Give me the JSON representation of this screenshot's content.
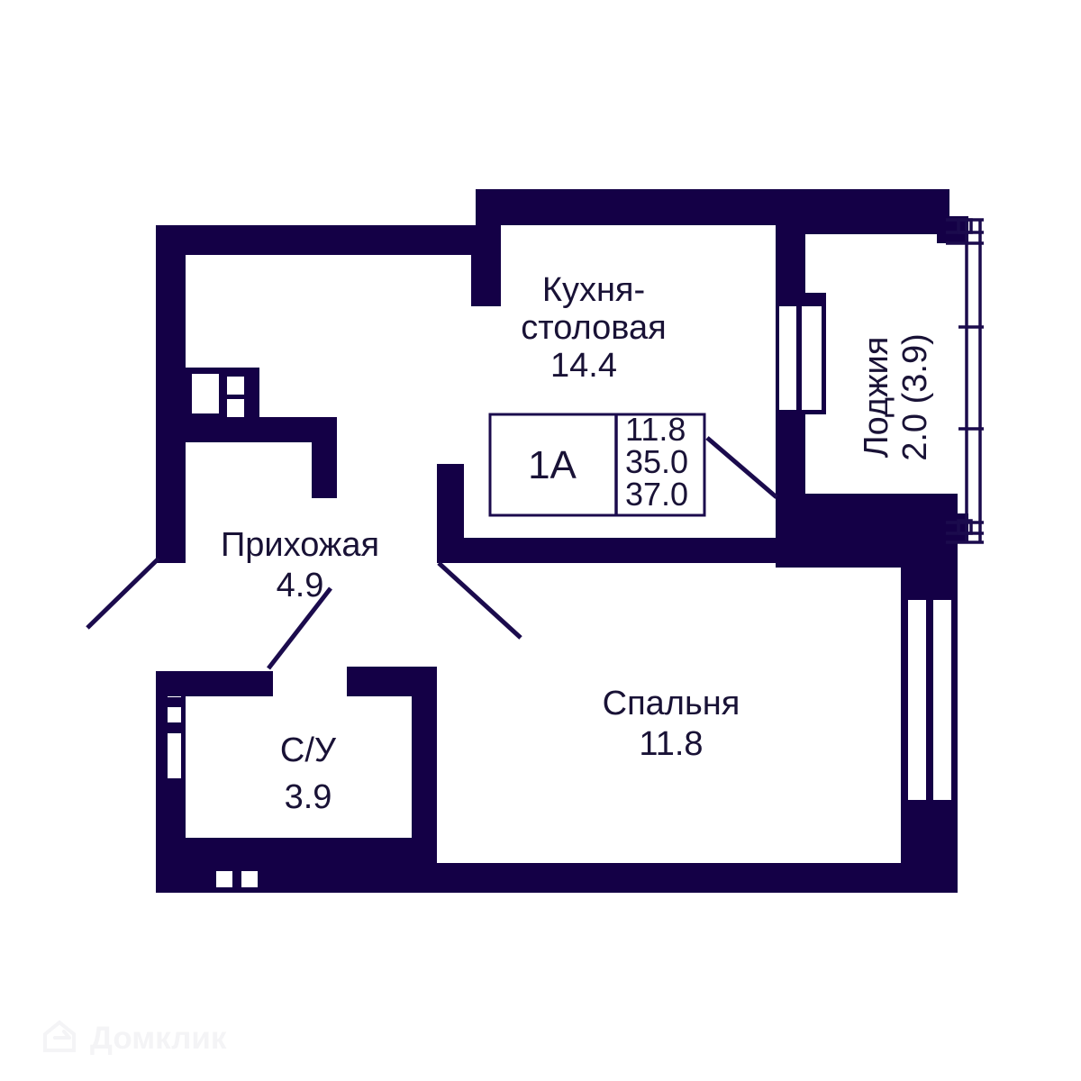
{
  "plan": {
    "unit_tag": {
      "type_label": "1А",
      "lines": [
        "11.8",
        "35.0",
        "37.0"
      ]
    },
    "rooms": [
      {
        "id": "kitchen",
        "name_line1": "Кухня-",
        "name_line2": "столовая",
        "area": "14.4"
      },
      {
        "id": "hall",
        "name_line1": "Прихожая",
        "name_line2": "",
        "area": "4.9"
      },
      {
        "id": "bathroom",
        "name_line1": "С/У",
        "name_line2": "",
        "area": "3.9"
      },
      {
        "id": "bedroom",
        "name_line1": "Спальня",
        "name_line2": "",
        "area": "11.8"
      },
      {
        "id": "loggia",
        "name_line1": "Лоджия",
        "name_line2": "",
        "area": "2.0 (3.9)"
      }
    ],
    "colors": {
      "wall": "#140046",
      "text": "#191236",
      "background": "#ffffff",
      "watermark": "#f4f4f6"
    }
  },
  "watermark": {
    "brand": "Домклик",
    "icon": "house-logo-icon"
  }
}
